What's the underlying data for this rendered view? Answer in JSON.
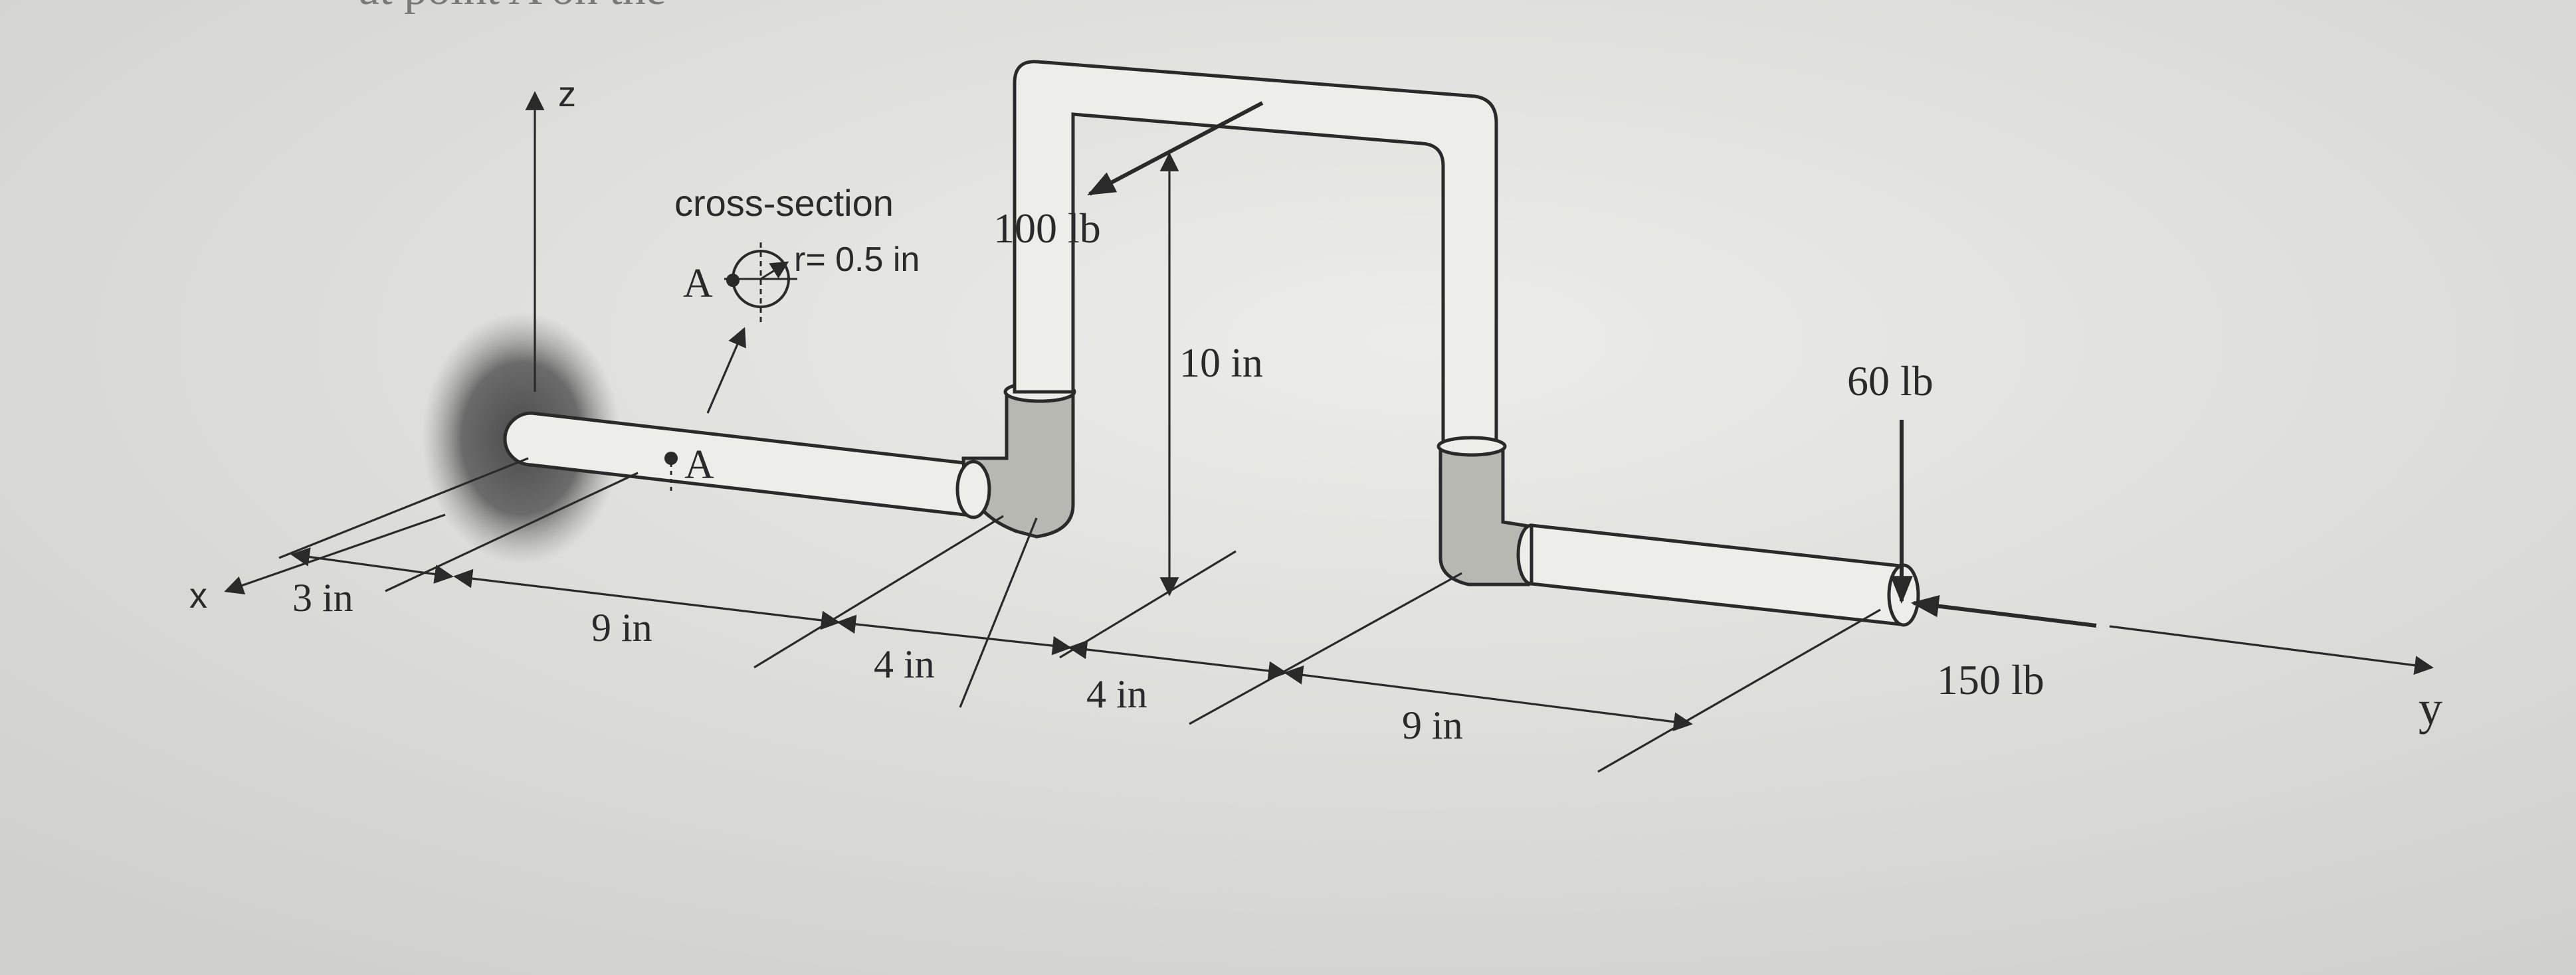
{
  "header_fragment": "at point A on the",
  "axes": {
    "x": "x",
    "y": "y",
    "z": "z"
  },
  "cross_section": {
    "title": "cross-section",
    "point": "A",
    "radius": "r= 0.5 in"
  },
  "point_on_pipe": "A",
  "dimensions": {
    "x_offset": "3 in",
    "seg1": "9 in",
    "seg2": "4 in",
    "seg3": "4 in",
    "seg4": "9 in",
    "height": "10 in"
  },
  "loads": {
    "top": "100 lb",
    "vertical": "60 lb",
    "axial": "150 lb"
  },
  "colors": {
    "page": "#dcdcd8",
    "ink": "#2a2a2a",
    "pipe_fill": "#ebebe7",
    "elbow_fill": "#b8b8b3"
  }
}
